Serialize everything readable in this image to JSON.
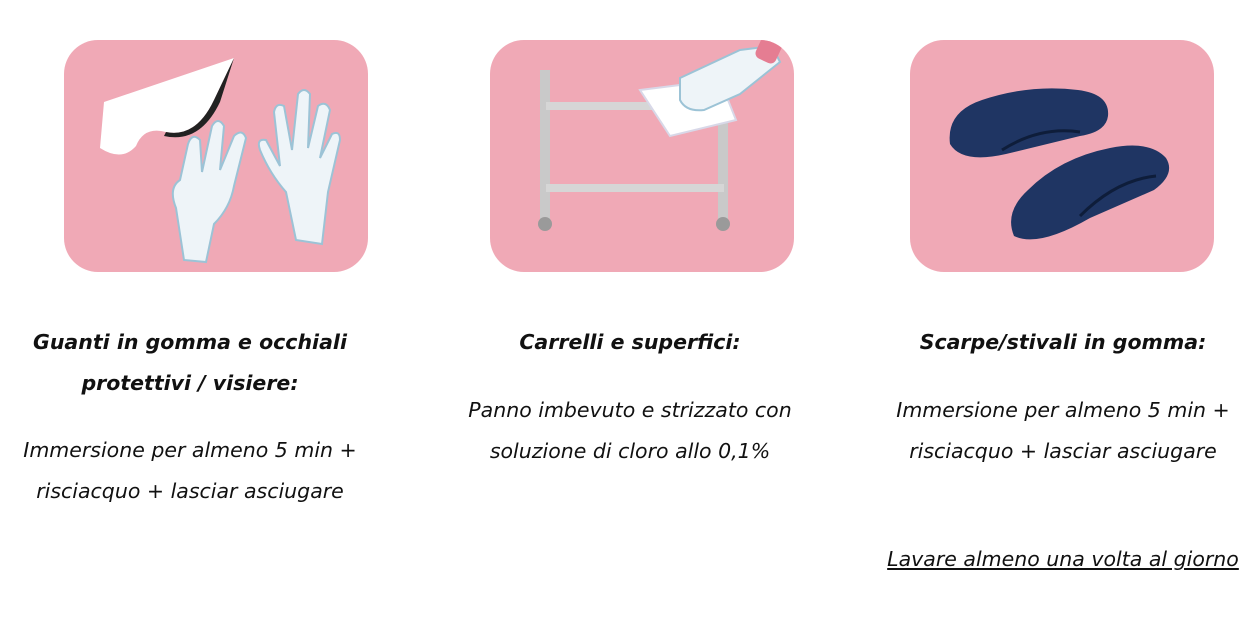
{
  "items": [
    {
      "title": "Guanti in gomma e occhiali protettivi / visiere:",
      "description": "Immersione per almeno 5 min + risciacquo + lasciar asciugare",
      "icon": "gloves-goggles-icon"
    },
    {
      "title": "Carrelli e superfici:",
      "description": "Panno imbevuto e strizzato con soluzione di cloro allo 0,1%",
      "icon": "cart-surface-icon"
    },
    {
      "title": "Scarpe/stivali in gomma:",
      "description": "Immersione per almeno 5 min + risciacquo + lasciar asciugare",
      "note": "Lavare almeno una volta al giorno",
      "icon": "rubber-shoes-icon"
    }
  ],
  "colors": {
    "tile": "#f0a9b6",
    "glove": "#eef4f8",
    "shoe": "#1f3563",
    "cart": "#c9c9c9"
  }
}
